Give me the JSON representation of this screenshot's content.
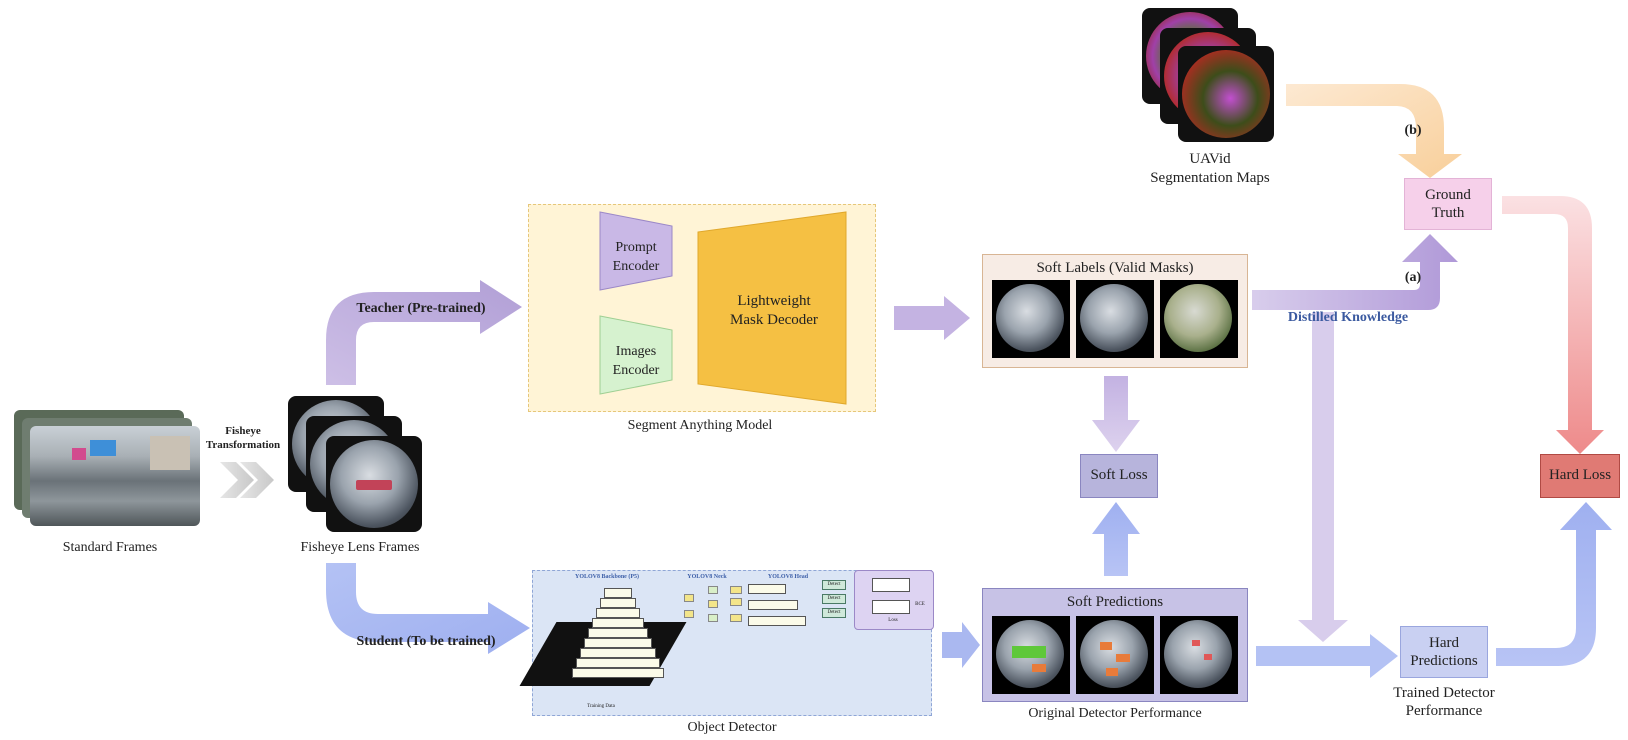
{
  "labels": {
    "standard_frames": "Standard Frames",
    "fisheye_transformation_line1": "Fisheye",
    "fisheye_transformation_line2": "Transformation",
    "fisheye_lens_frames": "Fisheye Lens Frames",
    "teacher": "Teacher (Pre-trained)",
    "student": "Student (To be trained)",
    "prompt_encoder_line1": "Prompt",
    "prompt_encoder_line2": "Encoder",
    "images_encoder_line1": "Images",
    "images_encoder_line2": "Encoder",
    "mask_decoder_line1": "Lightweight",
    "mask_decoder_line2": "Mask Decoder",
    "segment_anything_model": "Segment Anything Model",
    "object_detector": "Object Detector",
    "soft_labels": "Soft Labels (Valid Masks)",
    "soft_loss": "Soft Loss",
    "soft_predictions": "Soft Predictions",
    "original_detector_performance": "Original Detector Performance",
    "uavid_line1": "UAVid",
    "uavid_line2": "Segmentation Maps",
    "b_label": "(b)",
    "a_label": "(a)",
    "ground_truth_line1": "Ground",
    "ground_truth_line2": "Truth",
    "distilled_knowledge": "Distilled Knowledge",
    "hard_loss": "Hard Loss",
    "hard_predictions_line1": "Hard",
    "hard_predictions_line2": "Predictions",
    "trained_detector_line1": "Trained Detector",
    "trained_detector_line2": "Performance"
  },
  "detector_inner": {
    "backbone": "YOLOV8 Backbone (P5)",
    "neck": "YOLOV8 Neck",
    "head": "YOLOV8 Head",
    "detect": "Detect",
    "loss": "Loss",
    "bce": "BCE",
    "training_data": "Training Data"
  },
  "colors": {
    "teacher_arrow": "#b9a8d8",
    "student_arrow": "#aab8f0",
    "sam_bg": "#fff4d6",
    "prompt_encoder": "#c9b8e6",
    "images_encoder": "#d6f2cf",
    "mask_decoder": "#f5c043",
    "ground_truth": "#f6d0ea",
    "hard_loss": "#e07a74",
    "soft_loss": "#b7b4dc",
    "hard_predictions": "#c9d0f2",
    "distilled_text": "#3b5aa0"
  }
}
